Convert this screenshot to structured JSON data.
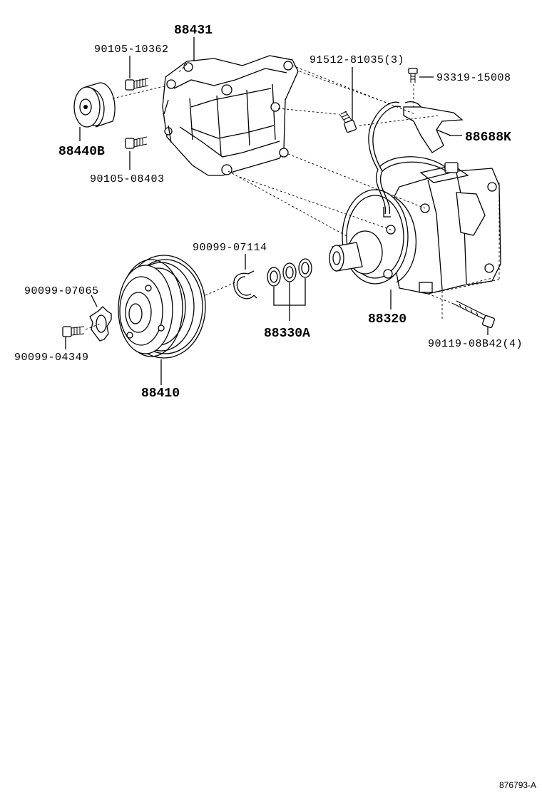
{
  "labels": {
    "p88431": "88431",
    "p90105_10362": "90105-10362",
    "p91512_81035": "91512-81035(3)",
    "p93319_15008": "93319-15008",
    "p88688K": "88688K",
    "p88440B": "88440B",
    "p90105_08403": "90105-08403",
    "p90099_07114": "90099-07114",
    "p90099_07065": "90099-07065",
    "p88330A": "88330A",
    "p88320": "88320",
    "p90119_08B42": "90119-08B42(4)",
    "p90099_04349": "90099-04349",
    "p88410": "88410"
  },
  "reference_code": "876793-A"
}
